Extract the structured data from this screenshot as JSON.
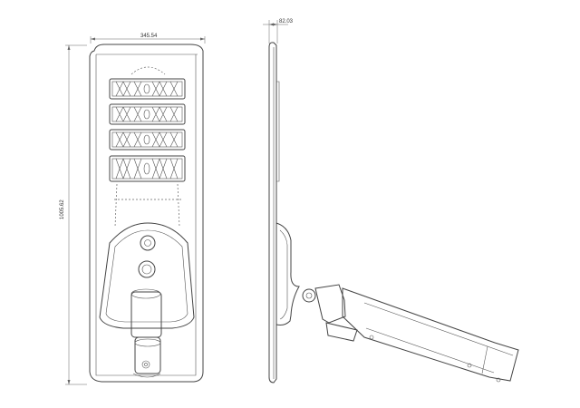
{
  "dimensions": {
    "width_label": "345.54",
    "height_label": "1005.62",
    "depth_label": "82.03"
  },
  "led_module_count": 4
}
